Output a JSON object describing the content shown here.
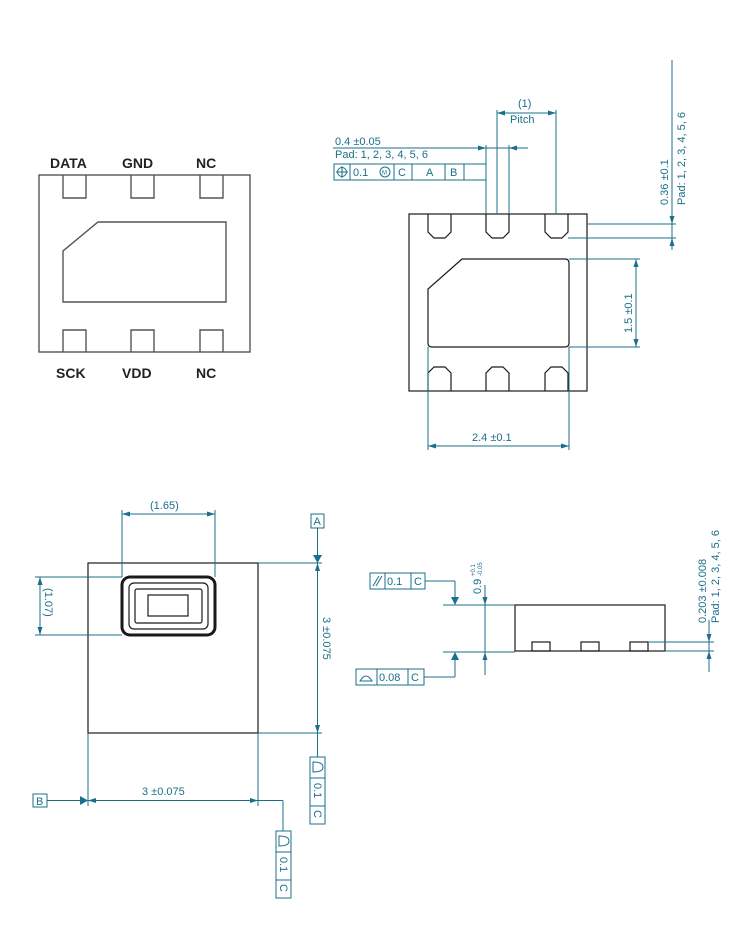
{
  "pin_labels": {
    "top": [
      "DATA",
      "GND",
      "NC"
    ],
    "bottom": [
      "SCK",
      "VDD",
      "NC"
    ]
  },
  "top_view": {
    "pad_width": "0.4 ±0.05",
    "pad_width_note": "Pad: 1, 2, 3, 4, 5, 6",
    "pad_position_fcf": [
      "⌖",
      "0.1",
      "Ⓜ",
      "C",
      "A",
      "B"
    ],
    "pitch_value": "(1)",
    "pitch_label": "Pitch",
    "pad_length": "0.36 ±0.1",
    "pad_length_note": "Pad: 1, 2, 3, 4, 5, 6",
    "exposed_pad_height": "1.5 ±0.1",
    "exposed_pad_width": "2.4 ±0.1"
  },
  "bottom_view": {
    "window_width": "(1.65)",
    "window_height": "(1.07)",
    "datum_a": "A",
    "datum_b": "B",
    "height": "3 ±0.075",
    "width": "3 ±0.075",
    "fcf_right": [
      "⌓",
      "0.1",
      "C"
    ],
    "fcf_bottom": [
      "⌓",
      "0.1",
      "C"
    ]
  },
  "side_view": {
    "parallelism_fcf": [
      "//",
      "0.1",
      "C"
    ],
    "flatness_fcf": [
      "⌓",
      "0.08",
      "C"
    ],
    "thickness": "0.9",
    "thickness_tol_plus": "+0.1",
    "thickness_tol_minus": "-0.05",
    "pad_thickness": "0.203 ±0.008",
    "pad_thickness_note": "Pad: 1, 2, 3, 4, 5, 6"
  }
}
